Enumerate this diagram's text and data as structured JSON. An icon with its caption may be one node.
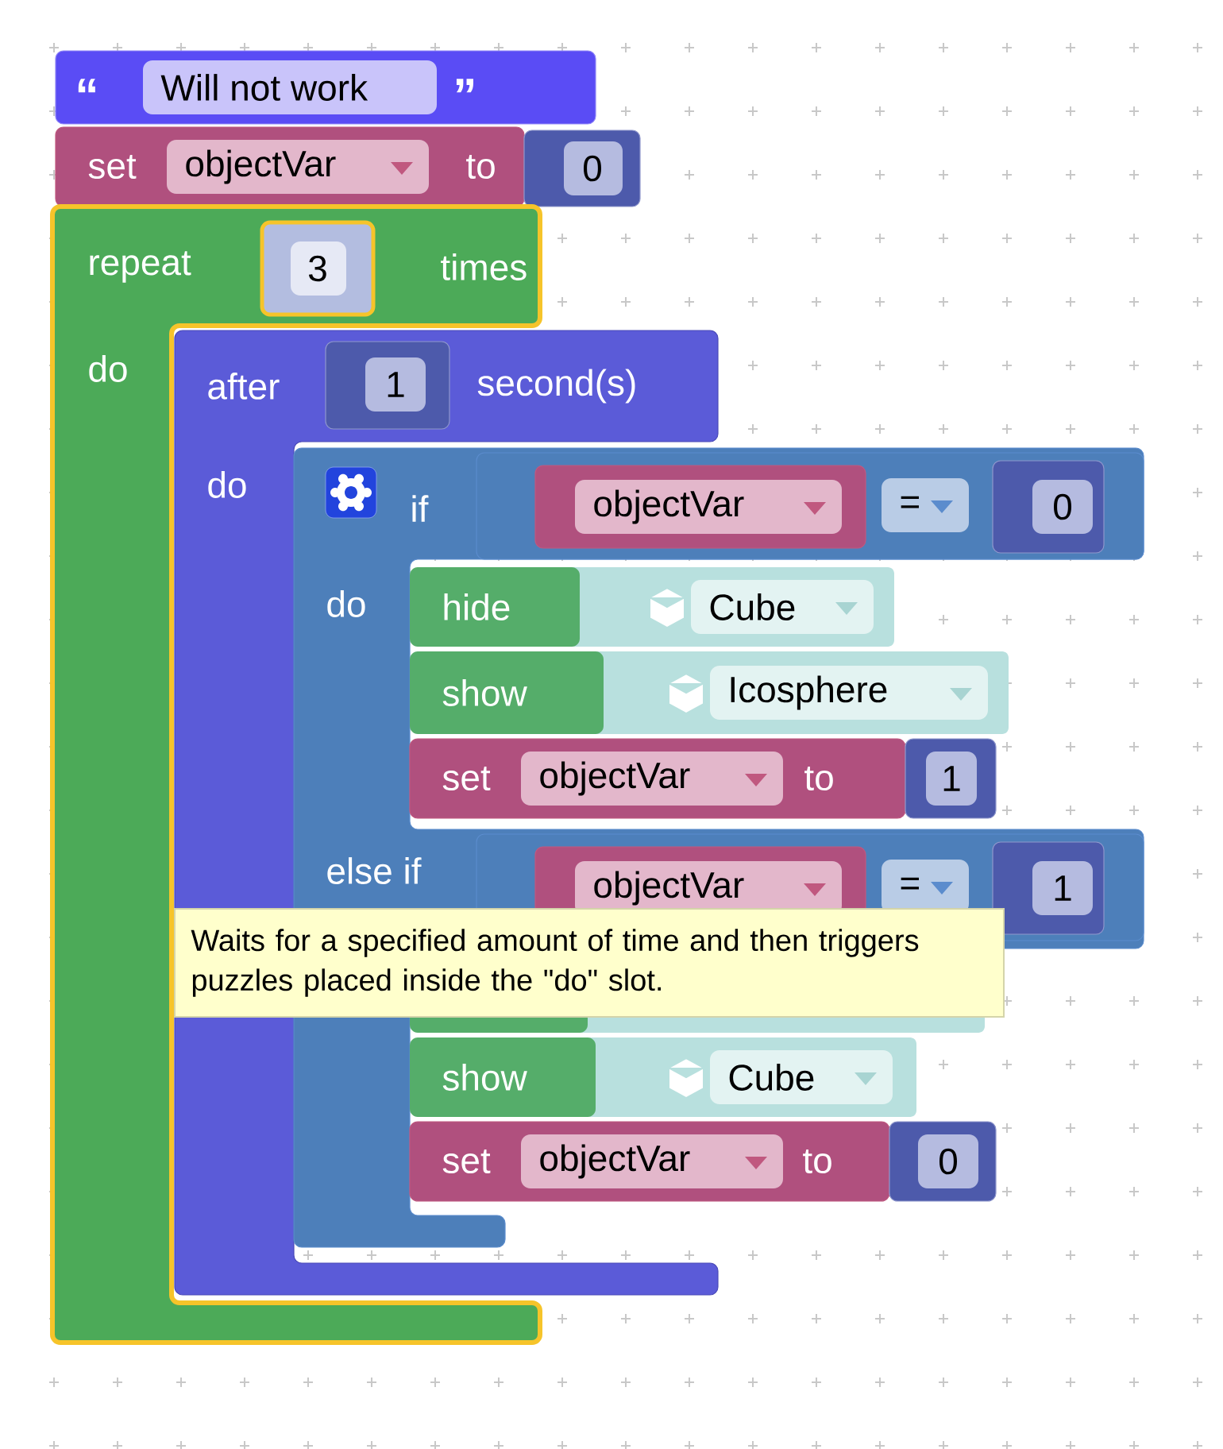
{
  "diagram": {
    "nodes": [
      {
        "text": [
          "“",
          "Will not work",
          "”"
        ]
      },
      {
        "text": [
          "set",
          "objectVar",
          "to"
        ]
      },
      {
        "text": [
          "0"
        ]
      },
      {
        "text": [
          "repeat",
          "times",
          "do"
        ]
      },
      {
        "text": [
          "3"
        ],
        "in": 3
      },
      {
        "text": [
          "after",
          "second(s)",
          "do"
        ]
      },
      {
        "text": [
          "1"
        ],
        "in": 5
      },
      {
        "text": [
          "if",
          "do",
          "else if"
        ]
      },
      {
        "text": [
          "="
        ],
        "in": 7
      },
      {
        "text": [
          "objectVar"
        ],
        "in": 8
      },
      {
        "text": [
          "0"
        ],
        "in": 8
      },
      {
        "text": [
          "hide",
          "Cube"
        ],
        "in": 7
      },
      {
        "text": [
          "show",
          "Icosphere"
        ],
        "in": 7
      },
      {
        "text": [
          "set",
          "objectVar",
          "to"
        ],
        "in": 7
      },
      {
        "text": [
          "1"
        ],
        "in": 7
      },
      {
        "text": [
          "="
        ],
        "in": 7
      },
      {
        "text": [
          "objectVar"
        ],
        "in": 15
      },
      {
        "text": [
          "1"
        ],
        "in": 15
      },
      {
        "text": [
          "show",
          "Cube"
        ],
        "in": 7
      },
      {
        "text": [
          "set",
          "objectVar",
          "to"
        ],
        "in": 7
      },
      {
        "text": [
          "0"
        ],
        "in": 7
      },
      {
        "text": [
          "Waits for a specified amount of time and then triggers puzzles placed inside the \"do\" slot."
        ]
      }
    ]
  }
}
